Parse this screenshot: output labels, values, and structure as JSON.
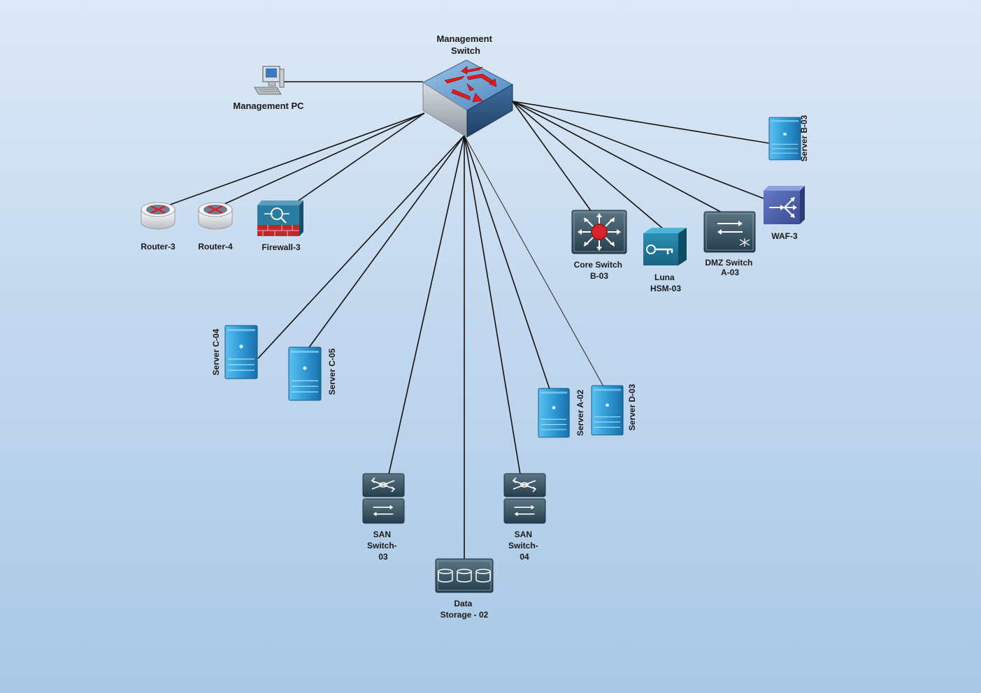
{
  "diagram": {
    "title": "",
    "nodes": {
      "management_switch": [
        "Management",
        "Switch"
      ],
      "management_pc": "Management PC",
      "router_3": "Router-3",
      "router_4": "Router-4",
      "firewall_3": "Firewall-3",
      "core_switch": [
        "Core Switch",
        "B-03"
      ],
      "luna_hsm": [
        "Luna",
        "HSM-03"
      ],
      "dmz_switch": [
        "DMZ Switch",
        "A-03"
      ],
      "waf_3": "WAF-3",
      "server_b03": "Server B-03",
      "server_c04": "Server C-04",
      "server_c05": "Server C-05",
      "server_a02": "Server A-02",
      "server_d03": "Server D-03",
      "san_switch_03": [
        "SAN",
        "Switch-",
        "03"
      ],
      "san_switch_04": [
        "SAN",
        "Switch-",
        "04"
      ],
      "data_storage": [
        "Data",
        "Storage - 02"
      ]
    },
    "links": [
      [
        "management_switch",
        "management_pc"
      ],
      [
        "management_switch",
        "router_3"
      ],
      [
        "management_switch",
        "router_4"
      ],
      [
        "management_switch",
        "firewall_3"
      ],
      [
        "management_switch",
        "server_c04"
      ],
      [
        "management_switch",
        "server_c05"
      ],
      [
        "management_switch",
        "san_switch_03"
      ],
      [
        "management_switch",
        "data_storage"
      ],
      [
        "management_switch",
        "san_switch_04"
      ],
      [
        "management_switch",
        "server_a02"
      ],
      [
        "management_switch",
        "server_d03"
      ],
      [
        "management_switch",
        "core_switch"
      ],
      [
        "management_switch",
        "luna_hsm"
      ],
      [
        "management_switch",
        "dmz_switch"
      ],
      [
        "management_switch",
        "waf_3"
      ],
      [
        "management_switch",
        "server_b03"
      ]
    ],
    "colors": {
      "background_top": "#dde9f6",
      "background_bottom": "#a9c8e6",
      "device_blue": "#2f8cc4",
      "device_dark": "#2e4a5c",
      "arrow_red": "#e02020",
      "waf_purple": "#4a5da8"
    }
  }
}
